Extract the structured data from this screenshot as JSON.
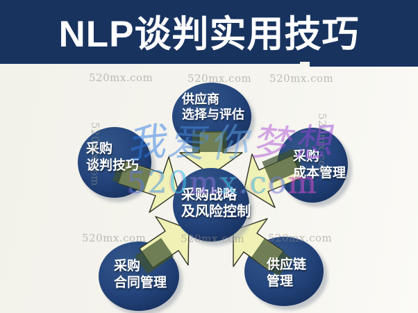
{
  "header": {
    "title": "NLP谈判实用技巧"
  },
  "diagram": {
    "center": {
      "line1": "采购战略",
      "line2": "及风险控制"
    },
    "nodes": [
      {
        "name": "supplier-selection",
        "line1": "供应商",
        "line2": "选择与评估"
      },
      {
        "name": "procurement-negotiation",
        "line1": "采购",
        "line2": "谈判技巧"
      },
      {
        "name": "procurement-cost",
        "line1": "采购",
        "line2": "成本管理"
      },
      {
        "name": "procurement-contract",
        "line1": "采购",
        "line2": "合同管理"
      },
      {
        "name": "supply-chain",
        "line1": "供应链",
        "line2": "管理"
      }
    ]
  },
  "watermarks": {
    "tile": "520mx.com",
    "big": {
      "chars": [
        "5",
        "2",
        "0",
        "m",
        "x",
        ".",
        "c",
        "o",
        "m"
      ],
      "colors": [
        "#5b7fd6",
        "#4f9fdc",
        "#3ec1e6",
        "#7a70d2",
        "#45c0e4",
        "#6699d6",
        "#4bb6e0",
        "#6b84d4",
        "#c94fc9"
      ]
    },
    "calligraphy": {
      "chars": [
        "我",
        "爱",
        "你",
        "梦",
        "想"
      ],
      "colors": [
        "#2e7de6",
        "#4a8ce2",
        "#63a5ea",
        "#ad53d6",
        "#9a46d8"
      ]
    }
  },
  "colors": {
    "header_bg": "#19335f",
    "circle_navy": "#1f3d70",
    "arrow_yellow": "#f0f1b5",
    "arrow_outline": "#2e3424",
    "olive_tail": "#3e5230",
    "background": "#f5f4ee"
  }
}
